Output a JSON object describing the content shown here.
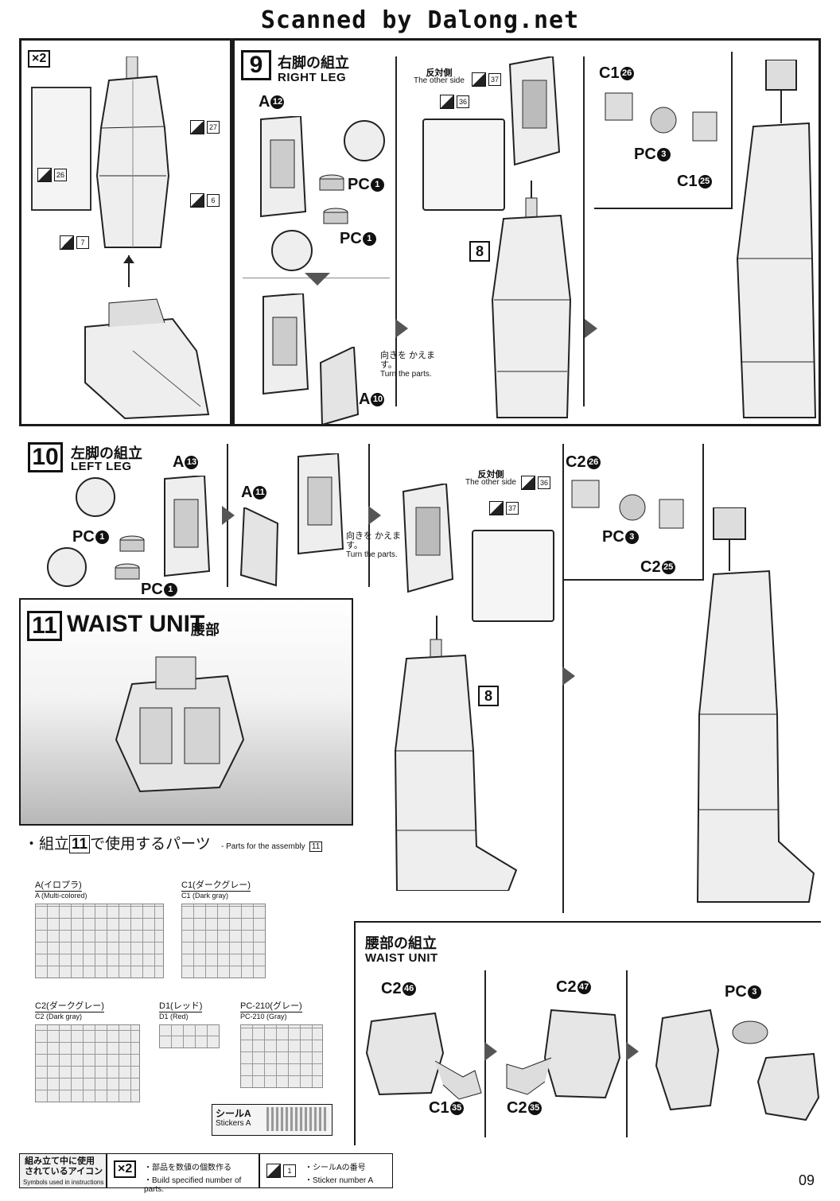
{
  "header": {
    "title": "Scanned by Dalong.net"
  },
  "page_number": "09",
  "x2_badge": "×2",
  "step_8": {
    "stickers": [
      "27",
      "26",
      "6",
      "7"
    ]
  },
  "step_9": {
    "number": "9",
    "title_jp": "右脚の組立",
    "title_en": "RIGHT LEG",
    "labels": {
      "a12": "A",
      "a12_n": "12",
      "pc1a": "PC",
      "pc1a_n": "1",
      "pc1b": "PC",
      "pc1b_n": "1",
      "a10": "A",
      "a10_n": "10",
      "c126": "C1",
      "c126_n": "26",
      "pc3": "PC",
      "pc3_n": "3",
      "c125": "C1",
      "c125_n": "25"
    },
    "other_side": {
      "jp": "反対側",
      "en": "The other side",
      "sticker": "37"
    },
    "sticker": "36",
    "turn_jp": "向きを かえます。",
    "turn_en": "Turn the parts.",
    "ref_step": "8"
  },
  "step_10": {
    "number": "10",
    "title_jp": "左脚の組立",
    "title_en": "LEFT LEG",
    "labels": {
      "a13": "A",
      "a13_n": "13",
      "pc1a": "PC",
      "pc1a_n": "1",
      "pc1b": "PC",
      "pc1b_n": "1",
      "a11": "A",
      "a11_n": "11",
      "c226": "C2",
      "c226_n": "26",
      "pc3": "PC",
      "pc3_n": "3",
      "c225": "C2",
      "c225_n": "25"
    },
    "other_side": {
      "jp": "反対側",
      "en": "The other side",
      "sticker": "36"
    },
    "sticker": "37",
    "turn_jp": "向きを かえます。",
    "turn_en": "Turn the parts.",
    "ref_step": "8"
  },
  "step_11": {
    "number": "11",
    "title_en": "WAIST UNIT",
    "title_jp": "腰部",
    "parts_heading_jp": "・組立",
    "parts_heading_num": "11",
    "parts_heading_jp2": "で使用するパーツ",
    "parts_heading_en": "- Parts for the assembly",
    "parts_heading_en_num": "11",
    "runners": [
      {
        "name": "A(イロプラ)",
        "sub": "A (Multi-colored)"
      },
      {
        "name": "C1(ダークグレー)",
        "sub": "C1 (Dark gray)"
      },
      {
        "name": "C2(ダークグレー)",
        "sub": "C2 (Dark gray)"
      },
      {
        "name": "D1(レッド)",
        "sub": "D1 (Red)"
      },
      {
        "name": "PC-210(グレー)",
        "sub": "PC-210 (Gray)"
      }
    ],
    "sticker_sheet": {
      "name": "シールA",
      "sub": "Stickers A"
    }
  },
  "waist_assembly": {
    "title_jp": "腰部の組立",
    "title_en": "WAIST UNIT",
    "labels": {
      "c246": "C2",
      "c246_n": "46",
      "c247": "C2",
      "c247_n": "47",
      "pc3": "PC",
      "pc3_n": "3",
      "c135": "C1",
      "c135_n": "35",
      "c235": "C2",
      "c235_n": "35"
    }
  },
  "footer": {
    "legend_jp": "組み立て中に使用 されているアイコン",
    "legend_en": "Symbols used in instructions",
    "x2": "×2",
    "x2_jp": "・部品を数値の個数作る",
    "x2_en": "・Build specified number of parts.",
    "sticker_num": "1",
    "sticker_jp": "・シールAの番号",
    "sticker_en": "・Sticker number A"
  }
}
